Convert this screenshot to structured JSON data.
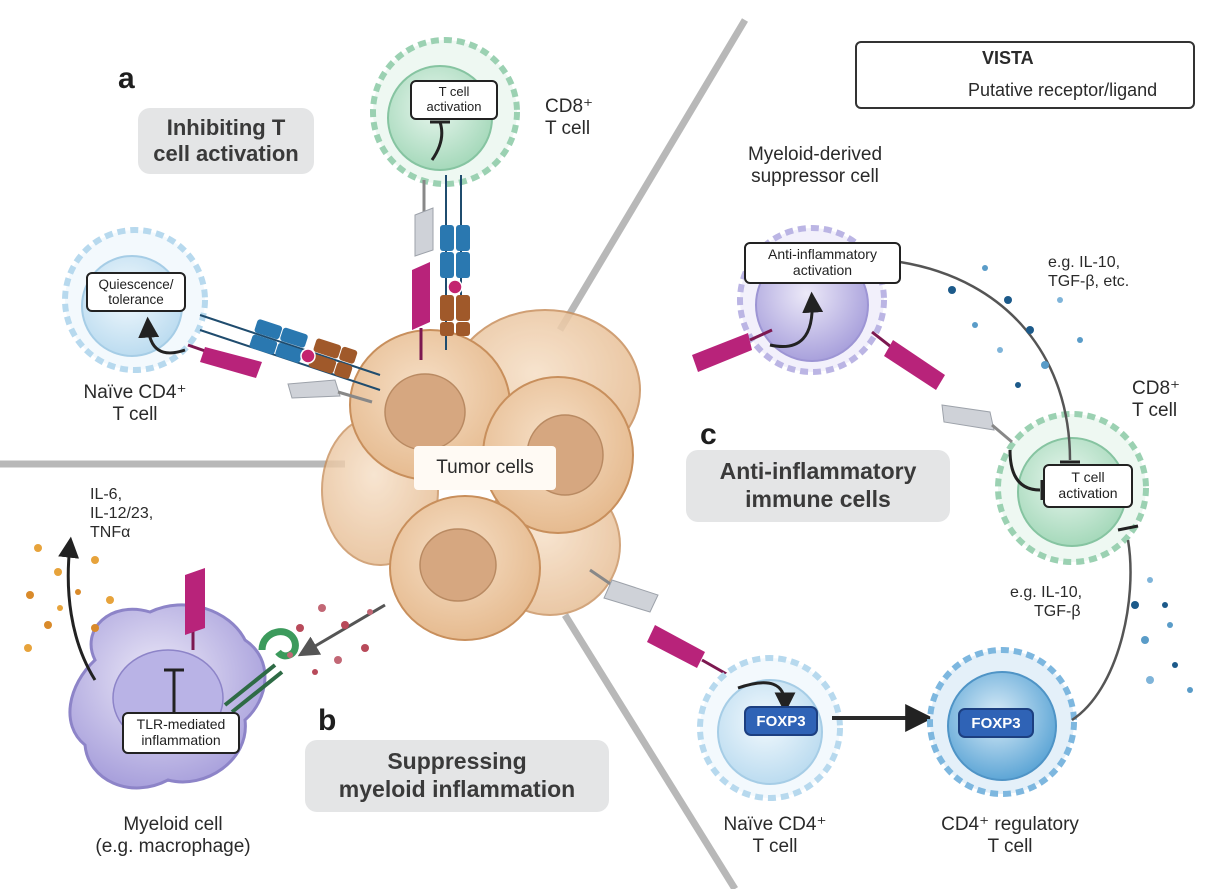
{
  "legend": {
    "vista": "VISTA",
    "putative": "Putative receptor/ligand"
  },
  "panel_a": {
    "letter": "a",
    "title_line1": "Inhibiting T",
    "title_line2": "cell activation",
    "cd8_label_line1": "CD8⁺",
    "cd8_label_line2": "T cell",
    "cd8_box_line1": "T cell",
    "cd8_box_line2": "activation",
    "naive_box_line1": "Quiescence/",
    "naive_box_line2": "tolerance",
    "naive_label_line1": "Naïve CD4⁺",
    "naive_label_line2": "T cell"
  },
  "tumor": {
    "label": "Tumor cells"
  },
  "panel_b": {
    "letter": "b",
    "title_line1": "Suppressing",
    "title_line2": "myeloid inflammation",
    "cytokines_line1": "IL-6,",
    "cytokines_line2": "IL-12/23,",
    "cytokines_line3": "TNFα",
    "box_line1": "TLR-mediated",
    "box_line2": "inflammation",
    "myeloid_label_line1": "Myeloid cell",
    "myeloid_label_line2": "(e.g. macrophage)"
  },
  "panel_c": {
    "letter": "c",
    "title_line1": "Anti-inflammatory",
    "title_line2": "immune cells",
    "mdsc_label_line1": "Myeloid-derived",
    "mdsc_label_line2": "suppressor cell",
    "mdsc_box_line1": "Anti-inflammatory",
    "mdsc_box_line2": "activation",
    "cyto1_line1": "e.g. IL-10,",
    "cyto1_line2": "TGF-β, etc.",
    "cd8_label_line1": "CD8⁺",
    "cd8_label_line2": "T cell",
    "cd8_box_line1": "T cell",
    "cd8_box_line2": "activation",
    "cyto2_line1": "e.g. IL-10,",
    "cyto2_line2": "TGF-β",
    "foxp3_1": "FOXP3",
    "foxp3_2": "FOXP3",
    "naive_label_line1": "Naïve CD4⁺",
    "naive_label_line2": "T cell",
    "treg_label_line1": "CD4⁺ regulatory",
    "treg_label_line2": "T cell"
  },
  "colors": {
    "vista": "#b8237a",
    "putative": "#c9ccd2",
    "receptor_blue": "#2a78b0",
    "receptor_brown": "#a0592a",
    "tumor_fill": "#ecc9a4",
    "tumor_nucleus": "#d4a77f",
    "cd8_green": "#9fd4b4",
    "naive_blue": "#c7e2f2",
    "treg_blue": "#5aa0d2",
    "myeloid_purple": "#a79fd8",
    "panel_title_bg": "#e4e5e6"
  }
}
